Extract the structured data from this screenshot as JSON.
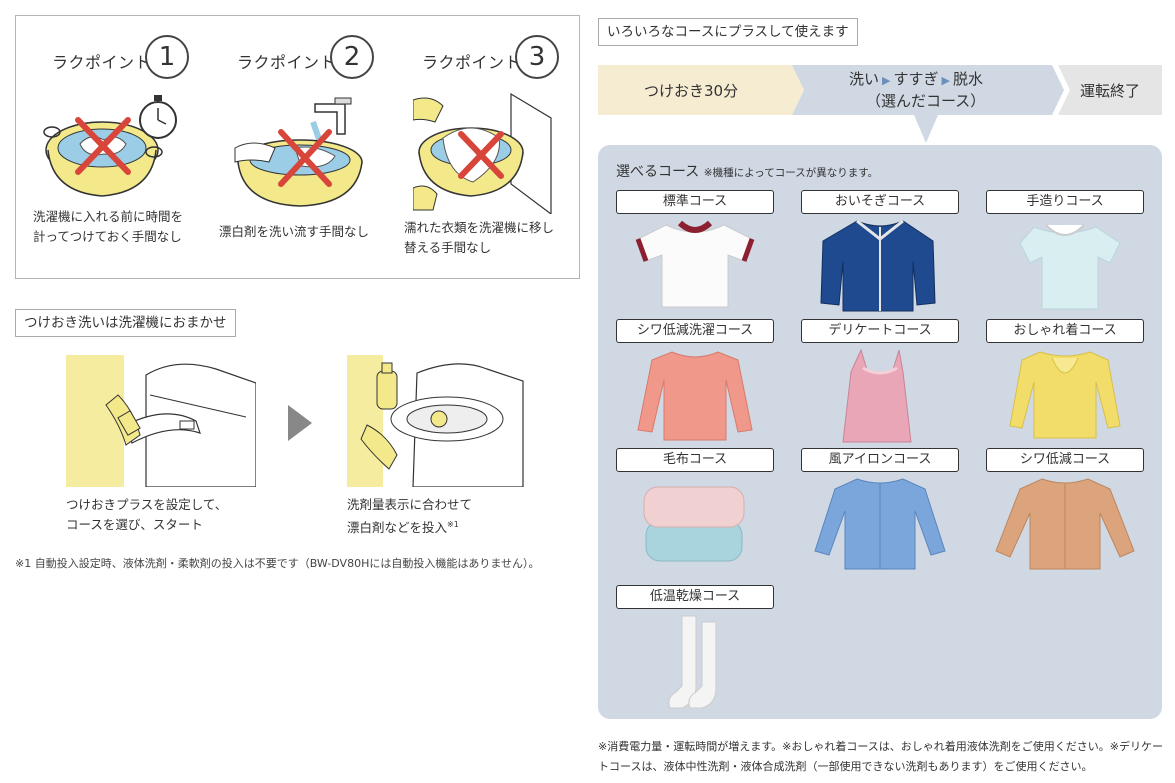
{
  "points": {
    "items": [
      {
        "label": "ラクポイント",
        "num": "1",
        "text": [
          "洗濯機に入れる前に時間を",
          "計ってつけておく手間なし"
        ]
      },
      {
        "label": "ラクポイント",
        "num": "2",
        "text": [
          "漂白剤を洗い流す手間なし"
        ]
      },
      {
        "label": "ラクポイント",
        "num": "3",
        "text": [
          "濡れた衣類を洗濯機に移し",
          "替える手間なし"
        ]
      }
    ]
  },
  "auto": {
    "tag": "つけおき洗いは洗濯機におまかせ",
    "step1": [
      "つけおきプラスを設定して、",
      "コースを選び、スタート"
    ],
    "step2_line1": "洗剤量表示に合わせて",
    "step2_line2": "漂白剤などを投入",
    "step2_sup": "※1",
    "footnote": "※1 自動投入設定時、液体洗剤・柔軟剤の投入は不要です（BW-DV80Hには自動投入機能はありません）。"
  },
  "plus": {
    "tag": "いろいろなコースにプラスして使えます",
    "flow": {
      "step1": "つけおき30分",
      "wash": "洗い",
      "rinse": "すすぎ",
      "spin": "脱水",
      "selected": "（選んだコース）",
      "end": "運転終了"
    }
  },
  "courses": {
    "title": "選べるコース",
    "subnote": "※機種によってコースが異なります。",
    "items": [
      "標準コース",
      "おいそぎコース",
      "手造りコース",
      "シワ低減洗濯コース",
      "デリケートコース",
      "おしゃれ着コース",
      "毛布コース",
      "風アイロンコース",
      "シワ低減コース",
      "低温乾燥コース"
    ]
  },
  "bottom_note": {
    "line1": "※消費電力量・運転時間が増えます。※おしゃれ着コースは、おしゃれ着用液体洗剤をご使用ください。※デリケー",
    "line2": "トコースは、液体中性洗剤・液体合成洗剤（一部使用できない洗剤もあります）をご使用ください。"
  },
  "colors": {
    "flow_step1": "#f5ecd2",
    "flow_step2": "#cfd8e3",
    "flow_end": "#e5e5e5",
    "panel": "#cfd8e3",
    "basin": "#f3e98a",
    "cross": "#d8453a",
    "water": "#9ccde6"
  }
}
